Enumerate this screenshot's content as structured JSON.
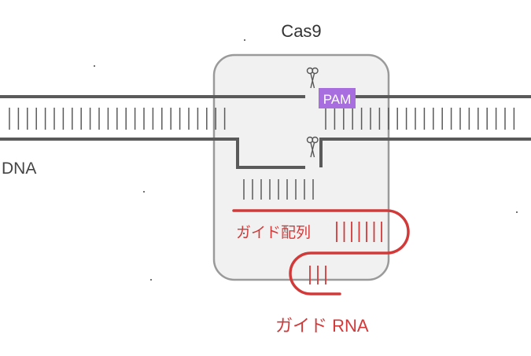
{
  "labels": {
    "cas9": "Cas9",
    "pam": "PAM",
    "dna": "DNA",
    "guide_sequence": "ガイド配列",
    "guide_rna": "ガイド RNA"
  },
  "icons": {
    "cut_site": "scissors-icon"
  },
  "colors": {
    "dna": "#5a5a5a",
    "guide": "#d23a3a",
    "pam_fill": "#a86ee0",
    "cas9_fill": "#f1f1f1",
    "cas9_border": "#9a9a9a"
  }
}
